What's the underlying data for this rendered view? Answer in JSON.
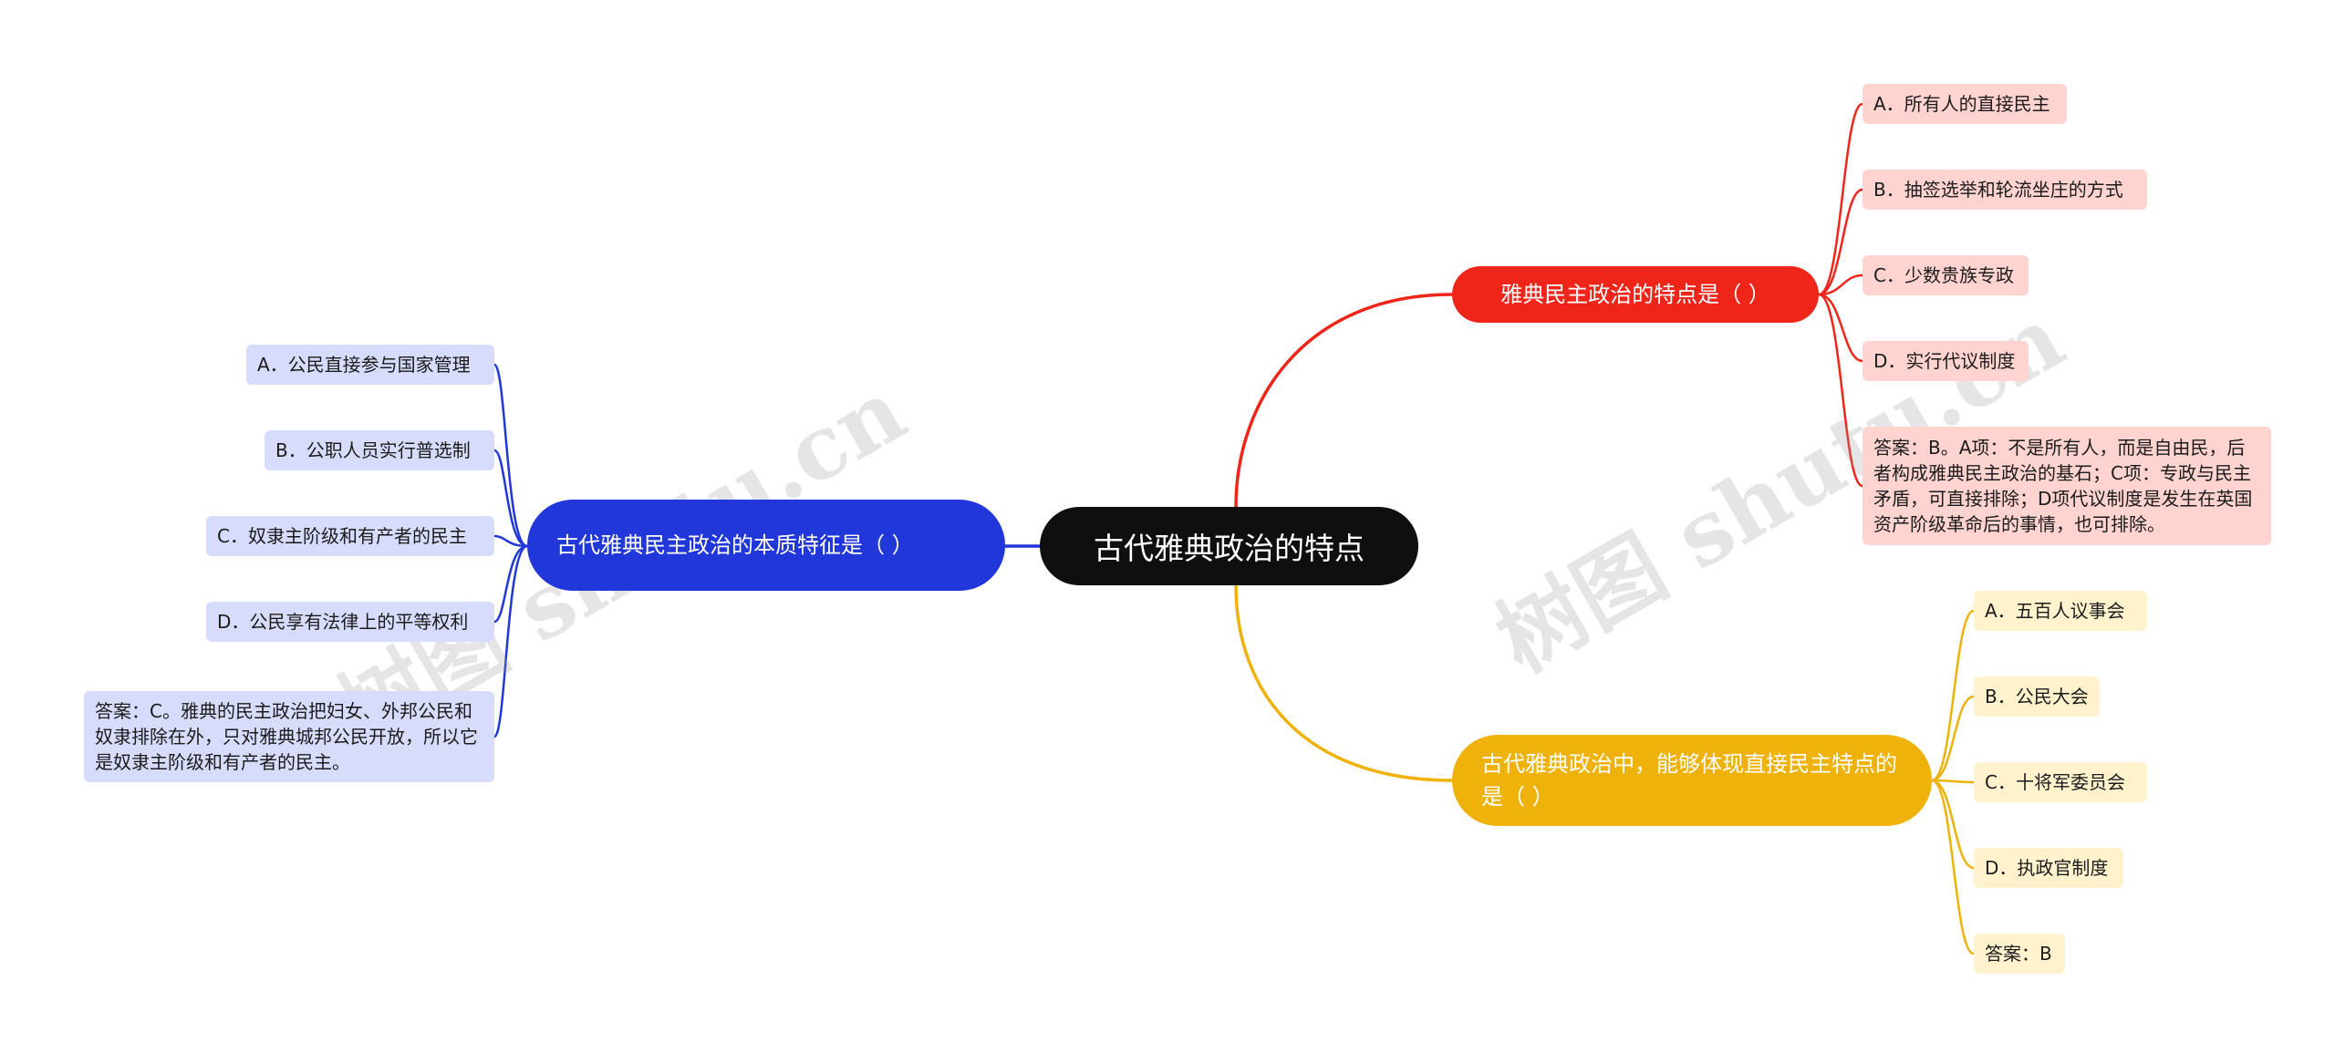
{
  "root": {
    "label": "古代雅典政治的特点"
  },
  "colors": {
    "blue": "#2137d9",
    "red": "#f0251a",
    "yellow": "#efb20a",
    "root": "#0f0f0f"
  },
  "branches": {
    "left": {
      "label": "古代雅典民主政治的本质特征是（ ）",
      "options": [
        "A．公民直接参与国家管理",
        "B．公职人员实行普选制",
        "C．奴隶主阶级和有产者的民主",
        "D．公民享有法律上的平等权利"
      ],
      "answer": "答案：C。雅典的民主政治把妇女、外邦公民和奴隶排除在外，只对雅典城邦公民开放，所以它是奴隶主阶级和有产者的民主。"
    },
    "right_top": {
      "label": "雅典民主政治的特点是（ ）",
      "options": [
        "A．所有人的直接民主",
        "B．抽签选举和轮流坐庄的方式",
        "C．少数贵族专政",
        "D．实行代议制度"
      ],
      "answer": "答案：B。A项：不是所有人，而是自由民，后者构成雅典民主政治的基石；C项：专政与民主矛盾，可直接排除；D项代议制度是发生在英国资产阶级革命后的事情，也可排除。"
    },
    "right_bottom": {
      "label": "古代雅典政治中，能够体现直接民主特点的是（ ）",
      "options": [
        "A．五百人议事会",
        "B．公民大会",
        "C．十将军委员会",
        "D．执政官制度"
      ],
      "answer": "答案：B"
    }
  },
  "watermarks": [
    "树图 shutu.cn",
    "树图 shutu.cn"
  ]
}
